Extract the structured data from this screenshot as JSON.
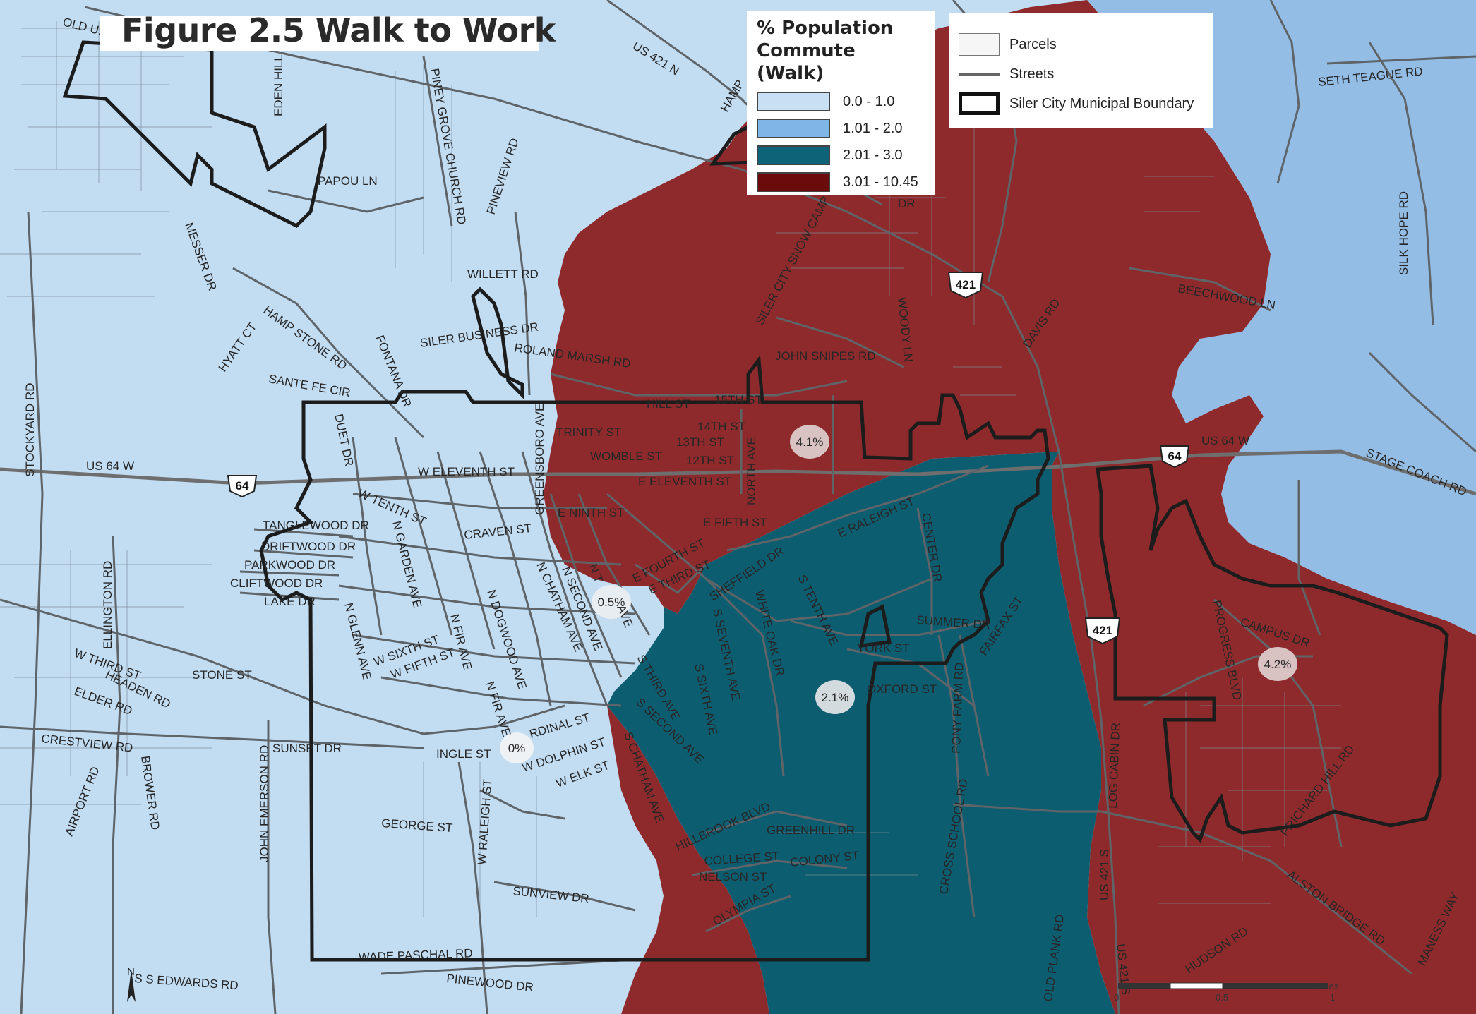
{
  "title": "Figure 2.5 Walk to Work",
  "legend_walk": {
    "title_line1": "% Population",
    "title_line2": "Commute (Walk)",
    "classes": [
      {
        "label": "0.0 - 1.0",
        "color": "#c8e0f4"
      },
      {
        "label": "1.01 - 2.0",
        "color": "#7fb6e8"
      },
      {
        "label": "2.01 - 3.0",
        "color": "#0f6378"
      },
      {
        "label": "3.01 - 10.45",
        "color": "#6b0b0b"
      }
    ]
  },
  "legend_features": {
    "parcels": "Parcels",
    "streets": "Streets",
    "boundary": "Siler City Municipal Boundary"
  },
  "map_colors": {
    "light_blue": "#c2dcf2",
    "blue": "#94bde6",
    "teal": "#0d5d70",
    "red": "#8f2a2c"
  },
  "tract_labels": [
    "4.1%",
    "0.5%",
    "2.1%",
    "0%",
    "4.2%"
  ],
  "streets": {
    "old_us": "OLD U.S",
    "us421n_a": "US 421 N",
    "hamp_fragment": "HAMP",
    "eden_hill": "EDEN HILL",
    "piney_grove": "PINEY GROVE CHURCH RD",
    "pineview": "PINEVIEW RD",
    "papou": "PAPOU LN",
    "messer": "MESSER DR",
    "willett": "WILLETT RD",
    "hamp_stone": "HAMP STONE RD",
    "hyatt": "HYATT CT",
    "fontana": "FONTANA DR",
    "siler_business": "SILER BUSINESS DR",
    "roland_marsh": "ROLAND MARSH RD",
    "santa_fe": "SANTE FE CIR",
    "stockyard": "STOCKYARD RD",
    "duet": "DUET DR",
    "us64w_left": "US 64 W",
    "w_eleventh": "W ELEVENTH ST",
    "greensboro": "GREENSBORO AVE",
    "w_tenth": "W TENTH ST",
    "tanglewood": "TANGLEWOOD DR",
    "driftwood": "DRIFTWOOD DR",
    "parkwood": "PARKWOOD DR",
    "cliftwood": "CLIFTWOOD DR",
    "lake": "LAKE DR",
    "n_garden": "N GARDEN AVE",
    "craven": "CRAVEN ST",
    "ellington": "ELLINGTON RD",
    "n_glenn": "N GLENN AVE",
    "w_sixth": "W SIXTH ST",
    "w_fifth": "W FIFTH ST",
    "n_fir": "N FIR AVE",
    "n_dogwood": "N DOGWOOD AVE",
    "n_chatham": "N CHATHAM AVE",
    "n_second": "N SECOND AVE",
    "n_third_frag": "N T",
    "ave_frag": "AVE",
    "w_third": "W THIRD ST",
    "headen": "HEADEN RD",
    "elder": "ELDER RD",
    "stone": "STONE ST",
    "crestview": "CRESTVIEW RD",
    "sunset": "SUNSET DR",
    "airport": "AIRPORT RD",
    "brower": "BROWER RD",
    "john_emerson": "JOHN EMERSON RD",
    "inglest": "INGLE ST",
    "cardinal": "RDINAL ST",
    "w_dolphin": "W DOLPHIN ST",
    "w_elk": "W ELK ST",
    "n_fir2": "N FIR AVE",
    "w_raleigh": "W RALEIGH ST",
    "george": "GEORGE ST",
    "sunview": "SUNVIEW DR",
    "wade_paschal": "WADE PASCHAL RD",
    "pinewood": "PINEWOOD DR",
    "s_edwards": "S S EDWARDS RD",
    "hill_st": "HILL ST",
    "fifteenth": "15TH ST",
    "trinity": "TRINITY ST",
    "fourteenth": "14TH ST",
    "thirteenth": "13TH ST",
    "twelfth": "12TH ST",
    "womble": "WOMBLE ST",
    "e_eleventh": "E ELEVENTH ST",
    "e_ninth": "E NINTH ST",
    "e_fifth": "E FIFTH ST",
    "north_ave": "NORTH AVE",
    "e_fourth": "E FOURTH ST",
    "e_third": "E THIRD ST",
    "sheffield": "SHEFFIELD DR",
    "e_raleigh": "E RALEIGH ST",
    "john_snipes": "JOHN SNIPES RD",
    "siler_city_snow_camp": "SILER CITY SNOW CAMP RD",
    "woody": "WOODY LN",
    "dr_frag": "DR",
    "davis": "DAVIS RD",
    "beechwood": "BEECHWOOD LN",
    "seth_teague": "SETH TEAGUE RD",
    "silk_hope": "SILK HOPE RD",
    "us64w_right": "US 64 W",
    "stage_coach": "STAGE COACH RD",
    "center": "CENTER DR",
    "s_tenth": "S TENTH AVE",
    "white_oak": "WHITE OAK DR",
    "s_seventh": "S SEVENTH AVE",
    "summer": "SUMMER DR",
    "fairfax": "FAIRFAX ST",
    "york": "YORK ST",
    "oxford": "OXFORD ST",
    "s_sixth": "S SIXTH AVE",
    "s_third": "S THIRD AVE",
    "s_second": "S SECOND AVE",
    "s_chatham": "S CHATHAM AVE",
    "pony_farm": "PONY FARM RD",
    "campus": "CAMPUS DR",
    "progress": "PROGRESS BLVD",
    "log_cabin": "LOG CABIN DR",
    "pritchard": "PRICHARD HILL RD",
    "hillbrook": "HILLBROOK BLVD",
    "greenhill": "GREENHILL DR",
    "college": "COLLEGE ST",
    "colony": "COLONY ST",
    "nelson": "NELSON ST",
    "olympia": "OLYMPIA ST",
    "cross_school": "CROSS SCHOOL RD",
    "us421s": "US 421 S",
    "alston_bridge": "ALSTON BRIDGE RD",
    "maness": "MANESS WAY",
    "hudson": "HUDSON RD",
    "old_plank": "OLD PLANK RD",
    "us421s_b": "US 421 S"
  },
  "shields": {
    "us64_a": "64",
    "us64_b": "64",
    "us421_a": "421",
    "us421_b": "421"
  },
  "scale": {
    "zero": "0",
    "half": "0.5",
    "one": "1",
    "unit": "Miles"
  },
  "north_arrow": "N"
}
